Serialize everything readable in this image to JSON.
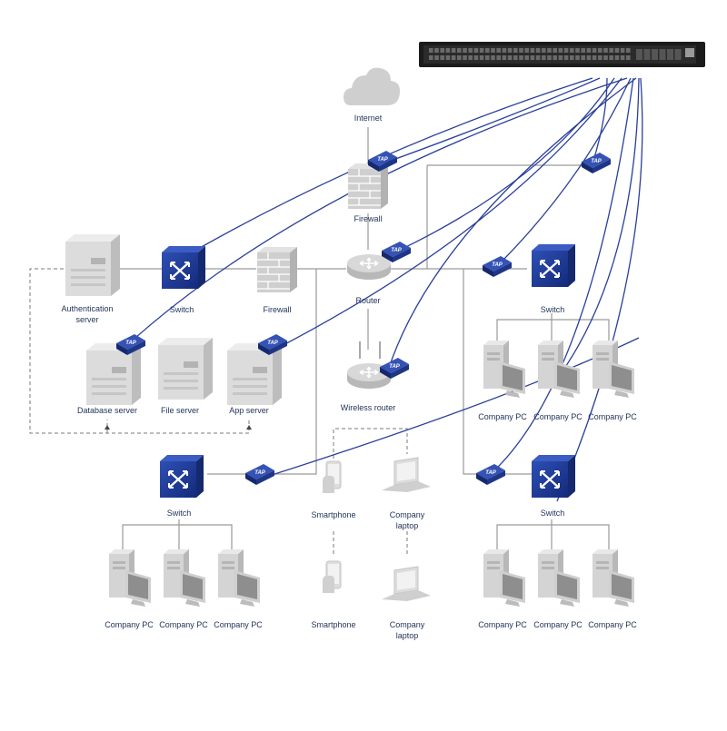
{
  "labels": {
    "internet": "Internet",
    "firewall_top": "Firewall",
    "firewall_mid": "Firewall",
    "router": "Router",
    "wireless_router": "Wireless router",
    "auth_server_1": "Authentication",
    "auth_server_2": "server",
    "switch_left": "Switch",
    "switch_right": "Switch",
    "switch_bottom_left": "Switch",
    "switch_bottom_right": "Switch",
    "database_server": "Database server",
    "file_server": "File server",
    "app_server": "App server",
    "pc": "Company PC",
    "smartphone": "Smartphone",
    "laptop_1": "Company",
    "laptop_2": "laptop",
    "tap": "TAP"
  },
  "colors": {
    "device_gray": "#d8d8d8",
    "switch_blue": "#1f3a99",
    "link_blue": "#2a3f9a",
    "wire_gray": "#9a9a9a",
    "label": "#1f3157"
  },
  "icons": [
    "cloud-icon",
    "firewall-icon",
    "router-icon",
    "wireless-router-icon",
    "switch-icon",
    "server-icon",
    "pc-icon",
    "smartphone-icon",
    "laptop-icon",
    "tap-icon",
    "network-packet-broker-icon"
  ]
}
